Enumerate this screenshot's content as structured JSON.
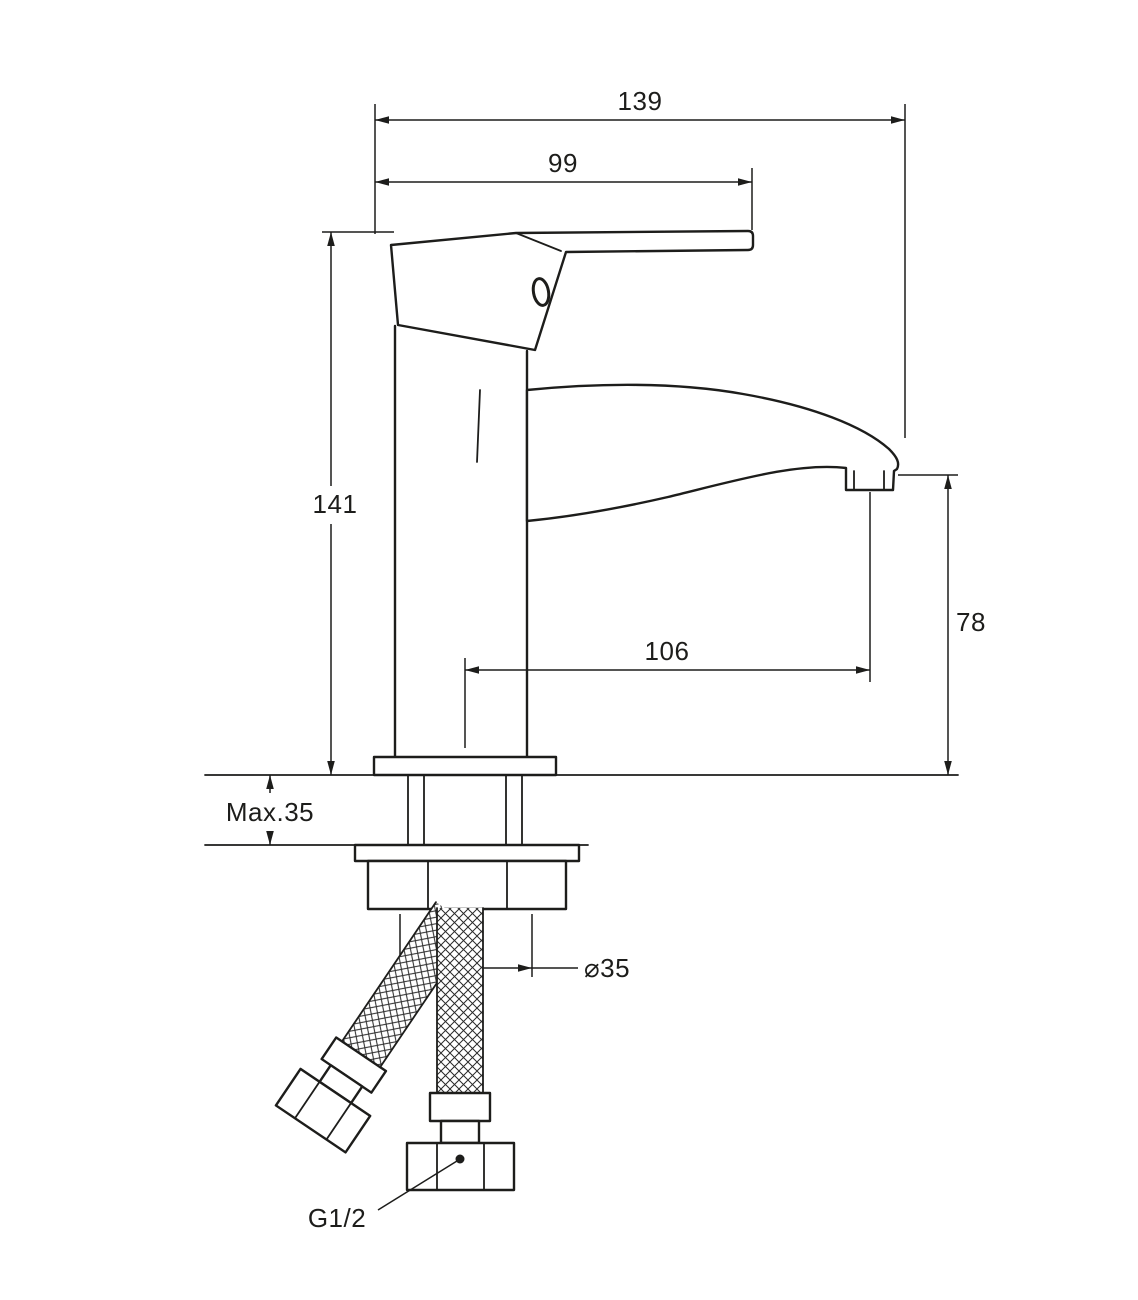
{
  "drawing": {
    "subject": "Single-lever basin mixer faucet, side elevation with installation dimensions",
    "units": "mm",
    "line_color": "#1d1d1b",
    "background": "#ffffff"
  },
  "dims": {
    "overall_length": "139",
    "handle_length": "99",
    "height": "141",
    "spout_height": "78",
    "spout_reach": "106",
    "max_thickness": "Max.35",
    "hole_diameter": "⌀35",
    "thread": "G1/2"
  }
}
